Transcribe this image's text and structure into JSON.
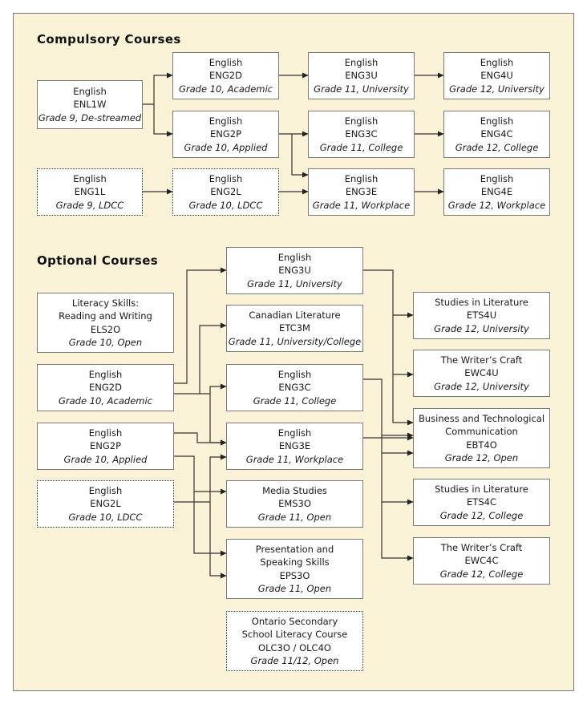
{
  "compulsory": {
    "title": "Compulsory Courses",
    "courses": {
      "enl1w": {
        "lines": [
          "English",
          "ENL1W"
        ],
        "grade": "Grade 9, De-streamed"
      },
      "eng2d": {
        "lines": [
          "English",
          "ENG2D"
        ],
        "grade": "Grade 10, Academic"
      },
      "eng2p": {
        "lines": [
          "English",
          "ENG2P"
        ],
        "grade": "Grade 10, Applied"
      },
      "eng3u": {
        "lines": [
          "English",
          "ENG3U"
        ],
        "grade": "Grade 11, University"
      },
      "eng3c": {
        "lines": [
          "English",
          "ENG3C"
        ],
        "grade": "Grade 11, College"
      },
      "eng3e": {
        "lines": [
          "English",
          "ENG3E"
        ],
        "grade": "Grade 11, Workplace"
      },
      "eng4u": {
        "lines": [
          "English",
          "ENG4U"
        ],
        "grade": "Grade 12, University"
      },
      "eng4c": {
        "lines": [
          "English",
          "ENG4C"
        ],
        "grade": "Grade 12, College"
      },
      "eng4e": {
        "lines": [
          "English",
          "ENG4E"
        ],
        "grade": "Grade 12, Workplace"
      },
      "eng1l": {
        "lines": [
          "English",
          "ENG1L"
        ],
        "grade": "Grade 9, LDCC"
      },
      "eng2l": {
        "lines": [
          "English",
          "ENG2L"
        ],
        "grade": "Grade 10, LDCC"
      }
    }
  },
  "optional": {
    "title": "Optional Courses",
    "courses": {
      "els2o": {
        "lines": [
          "Literacy Skills:",
          "Reading and Writing",
          "ELS2O"
        ],
        "grade": "Grade 10, Open"
      },
      "eng2d": {
        "lines": [
          "English",
          "ENG2D"
        ],
        "grade": "Grade 10, Academic"
      },
      "eng2p": {
        "lines": [
          "English",
          "ENG2P"
        ],
        "grade": "Grade 10, Applied"
      },
      "eng2l": {
        "lines": [
          "English",
          "ENG2L"
        ],
        "grade": "Grade 10, LDCC"
      },
      "eng3u": {
        "lines": [
          "English",
          "ENG3U"
        ],
        "grade": "Grade 11, University"
      },
      "etc3m": {
        "lines": [
          "Canadian Literature",
          "ETC3M"
        ],
        "grade": "Grade 11, University/College"
      },
      "eng3c": {
        "lines": [
          "English",
          "ENG3C"
        ],
        "grade": "Grade 11, College"
      },
      "eng3e": {
        "lines": [
          "English",
          "ENG3E"
        ],
        "grade": "Grade 11, Workplace"
      },
      "ems3o": {
        "lines": [
          "Media Studies",
          "EMS3O"
        ],
        "grade": "Grade 11, Open"
      },
      "eps3o": {
        "lines": [
          "Presentation and",
          "Speaking Skills",
          "EPS3O"
        ],
        "grade": "Grade 11, Open"
      },
      "olc": {
        "lines": [
          "Ontario Secondary",
          "School Literacy Course",
          "OLC3O / OLC4O"
        ],
        "grade": "Grade 11/12, Open"
      },
      "ets4u": {
        "lines": [
          "Studies in Literature",
          "ETS4U"
        ],
        "grade": "Grade 12, University"
      },
      "ewc4u": {
        "lines": [
          "The Writer’s Craft",
          "EWC4U"
        ],
        "grade": "Grade 12, University"
      },
      "ebt4o": {
        "lines": [
          "Business and Technological",
          "Communication",
          "EBT4O"
        ],
        "grade": "Grade 12, Open"
      },
      "ets4c": {
        "lines": [
          "Studies in Literature",
          "ETS4C"
        ],
        "grade": "Grade 12, College"
      },
      "ewc4c": {
        "lines": [
          "The Writer’s Craft",
          "EWC4C"
        ],
        "grade": "Grade 12, College"
      }
    }
  }
}
